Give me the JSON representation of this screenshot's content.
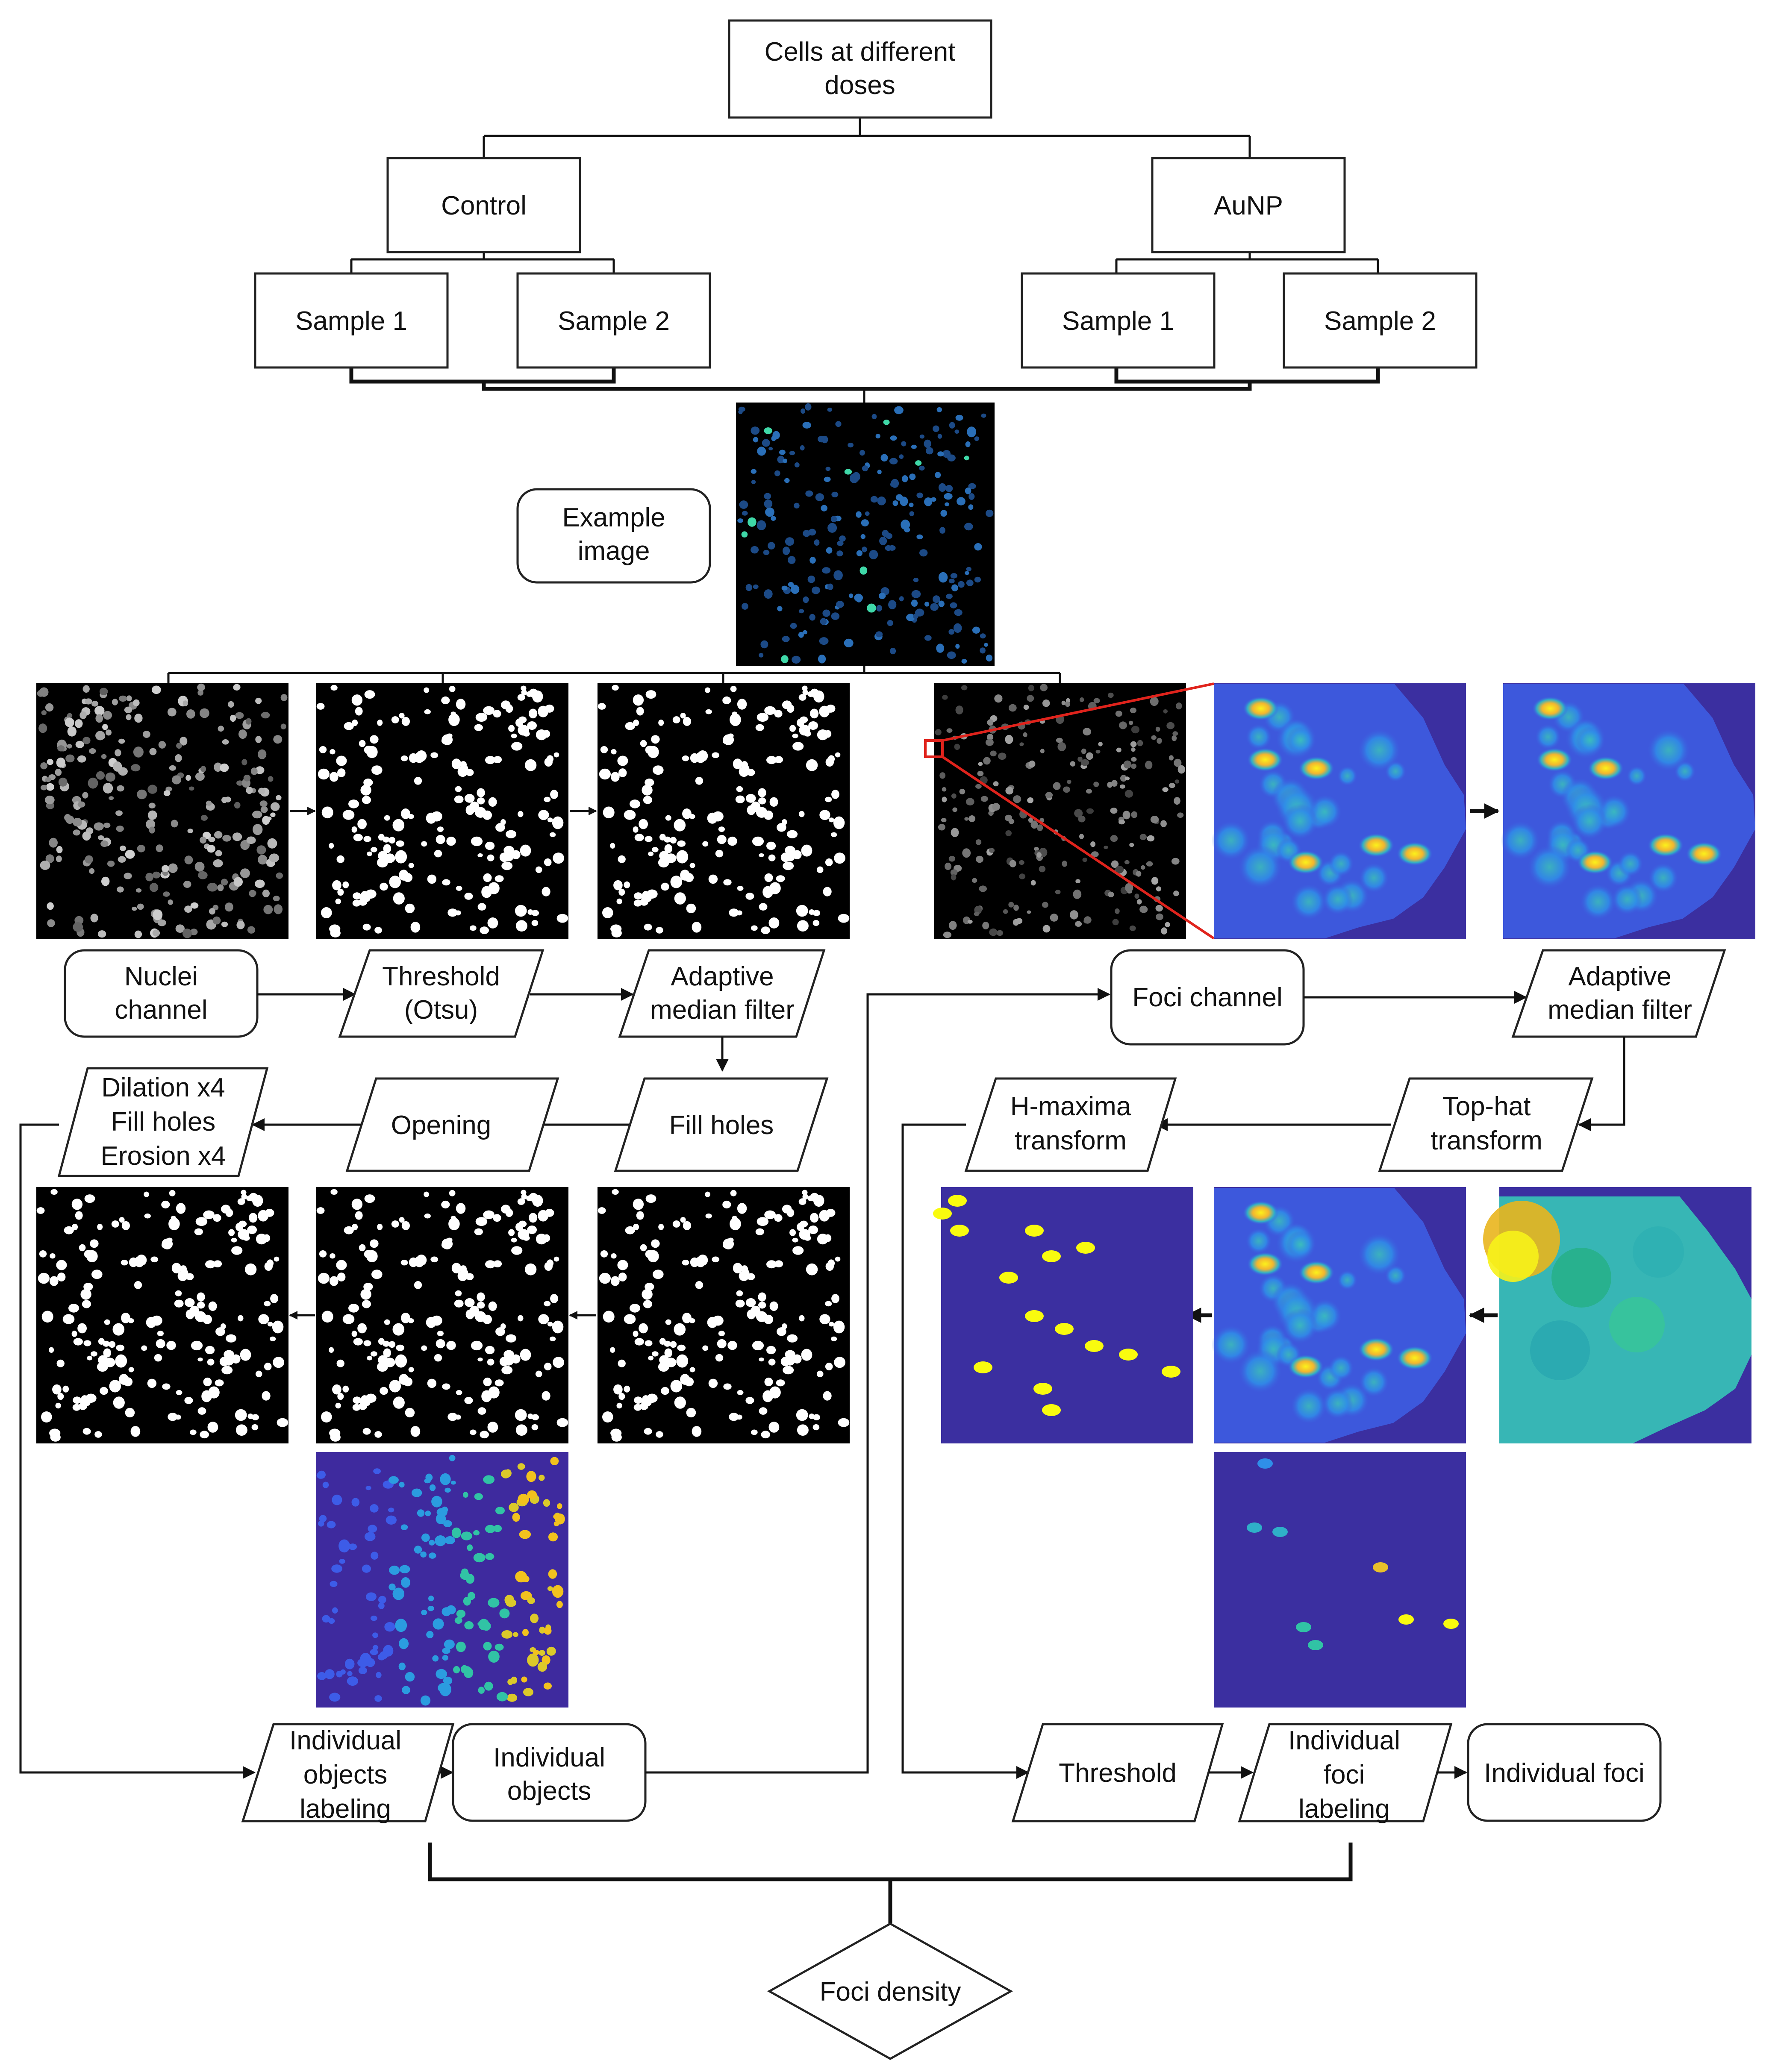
{
  "root": {
    "lines": [
      "Cells at different",
      "doses"
    ]
  },
  "group_control": "Control",
  "group_aunp": "AuNP",
  "sample_1": "Sample 1",
  "sample_2": "Sample 2",
  "example_image": {
    "lines": [
      "Example",
      "image"
    ]
  },
  "nuclei_channel": {
    "lines": [
      "Nuclei",
      "channel"
    ]
  },
  "threshold_otsu": {
    "lines": [
      "Threshold",
      "(Otsu)"
    ]
  },
  "adaptive_median_filter": {
    "lines": [
      "Adaptive",
      "median filter"
    ]
  },
  "fill_holes": "Fill holes",
  "opening": "Opening",
  "dilation_step": {
    "lines": [
      "Dilation x4",
      "Fill holes",
      "Erosion x4"
    ]
  },
  "individual_objects_labeling": {
    "lines": [
      "Individual",
      "objects",
      "labeling"
    ]
  },
  "individual_objects": {
    "lines": [
      "Individual",
      "objects"
    ]
  },
  "foci_channel": "Foci channel",
  "top_hat": {
    "lines": [
      "Top-hat",
      "transform"
    ]
  },
  "h_maxima": {
    "lines": [
      "H-maxima",
      "transform"
    ]
  },
  "threshold": "Threshold",
  "individual_foci_labeling": {
    "lines": [
      "Individual",
      "foci",
      "labeling"
    ]
  },
  "individual_foci": "Individual foci",
  "foci_density": "Foci density",
  "colors": {
    "stroke": "#111111",
    "image_black": "#000000",
    "parula_background": "#3b2fa0",
    "parula_yellow": "#f9fb0e",
    "zoom_highlight": "#e0231c"
  }
}
